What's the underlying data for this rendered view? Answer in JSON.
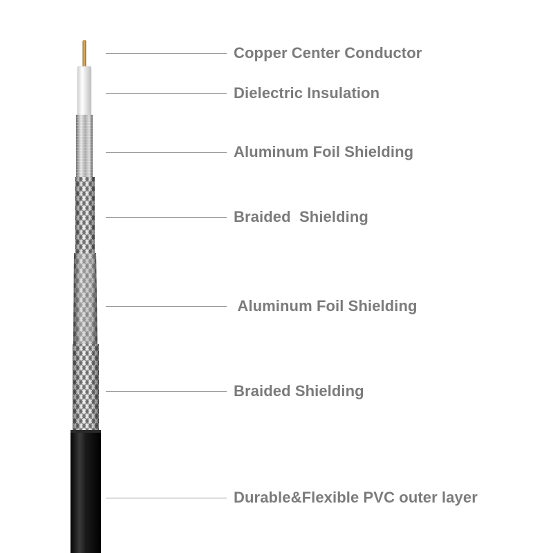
{
  "figure": {
    "subject": "coaxial-cable-cross-layers",
    "colors": {
      "label": "#7b7b7b",
      "leader": "#9a9a9a",
      "copper": "#c9963f",
      "dielectric": "#f4f4f4",
      "foil": "#c6c6c6",
      "braid": "#a9a9a9",
      "jacket": "#141414"
    }
  },
  "callouts": [
    {
      "label": "Copper Center Conductor"
    },
    {
      "label": "Dielectric Insulation"
    },
    {
      "label": "Aluminum Foil Shielding"
    },
    {
      "label": "Braided  Shielding"
    },
    {
      "label": " Aluminum Foil Shielding"
    },
    {
      "label": "Braided Shielding"
    },
    {
      "label": "Durable&Flexible PVC outer layer"
    }
  ]
}
